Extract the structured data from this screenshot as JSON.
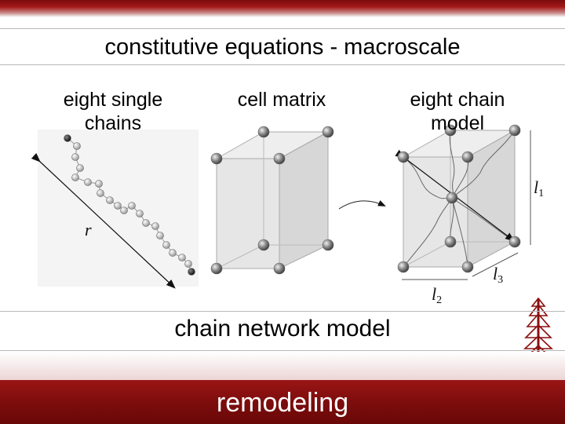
{
  "header": {
    "title": "constitutive equations - macroscale"
  },
  "panels": {
    "single_chains": {
      "label_line1": "eight single",
      "label_line2": "chains",
      "vector_label": "r"
    },
    "cell_matrix": {
      "label": "cell matrix"
    },
    "eight_chain": {
      "label_line1": "eight chain",
      "label_line2": "model",
      "dim_l1": "l",
      "dim_l1_sub": "1",
      "dim_l2": "l",
      "dim_l2_sub": "2",
      "dim_l3": "l",
      "dim_l3_sub": "3"
    }
  },
  "subtitle": "chain network model",
  "footer": {
    "label": "remodeling"
  },
  "logo": {
    "name": "tree-logo-icon"
  },
  "colors": {
    "brand_red": "#8b0f0f",
    "footer_text": "#ffffff"
  }
}
